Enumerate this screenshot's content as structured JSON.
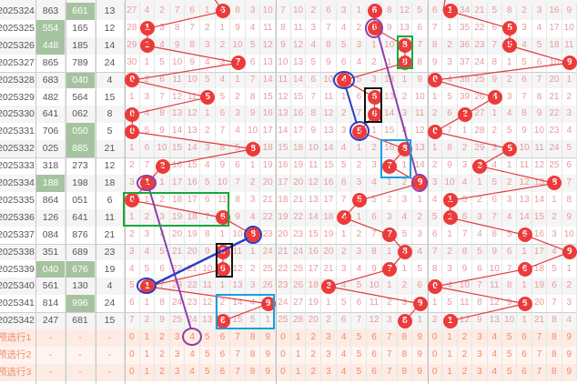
{
  "colors": {
    "ball": "#ee3a3a",
    "line": "#e23b3b",
    "green_cell": "#a6c3a0"
  },
  "rows": [
    {
      "period": "2025324",
      "a": "863",
      "b": "661",
      "sum": "13",
      "ga": false,
      "gb": true,
      "hits": [
        6,
        6,
        1
      ],
      "s1": [
        "27",
        "4",
        "2",
        "7",
        "6",
        "1",
        "6",
        "8",
        "3",
        "10"
      ],
      "s2": [
        "7",
        "10",
        "2",
        "6",
        "3",
        "1",
        "6",
        "8",
        "12",
        "5"
      ],
      "s3": [
        "6",
        "1",
        "34",
        "21",
        "5",
        "8",
        "2",
        "3",
        "16",
        "9"
      ]
    },
    {
      "period": "2025325",
      "a": "554",
      "b": "165",
      "sum": "12",
      "ga": true,
      "gb": false,
      "hits": [
        1,
        6,
        5
      ],
      "s1": [
        "28",
        "1",
        "3",
        "8",
        "7",
        "2",
        "1",
        "9",
        "4",
        "11"
      ],
      "s2": [
        "8",
        "11",
        "3",
        "7",
        "4",
        "2",
        "6",
        "9",
        "13",
        "6"
      ],
      "s3": [
        "7",
        "1",
        "35",
        "22",
        "6",
        "5",
        "3",
        "4",
        "17",
        "10"
      ]
    },
    {
      "period": "2025326",
      "a": "448",
      "b": "185",
      "sum": "14",
      "ga": true,
      "gb": false,
      "hits": [
        1,
        8,
        5
      ],
      "s1": [
        "29",
        "1",
        "4",
        "9",
        "8",
        "3",
        "2",
        "10",
        "5",
        "12"
      ],
      "s2": [
        "9",
        "12",
        "4",
        "8",
        "5",
        "3",
        "1",
        "10",
        "8",
        "7"
      ],
      "s3": [
        "8",
        "2",
        "36",
        "23",
        "7",
        "5",
        "4",
        "5",
        "18",
        "11"
      ]
    },
    {
      "period": "2025327",
      "a": "865",
      "b": "789",
      "sum": "24",
      "ga": false,
      "gb": false,
      "hits": [
        7,
        8,
        9
      ],
      "s1": [
        "30",
        "1",
        "5",
        "10",
        "9",
        "4",
        "3",
        "7",
        "6",
        "13"
      ],
      "s2": [
        "10",
        "13",
        "5",
        "9",
        "6",
        "4",
        "2",
        "1",
        "8",
        "8"
      ],
      "s3": [
        "9",
        "3",
        "37",
        "24",
        "8",
        "1",
        "5",
        "6",
        "10",
        "9"
      ]
    },
    {
      "period": "2025328",
      "a": "683",
      "b": "040",
      "sum": "4",
      "ga": false,
      "gb": true,
      "hits": [
        0,
        4,
        0
      ],
      "s1": [
        "0",
        "2",
        "6",
        "11",
        "10",
        "5",
        "4",
        "1",
        "7",
        "14"
      ],
      "s2": [
        "11",
        "14",
        "6",
        "10",
        "4",
        "5",
        "3",
        "13",
        "1",
        "9"
      ],
      "s3": [
        "0",
        "4",
        "38",
        "25",
        "9",
        "2",
        "6",
        "7",
        "20",
        "1"
      ]
    },
    {
      "period": "2025329",
      "a": "482",
      "b": "564",
      "sum": "15",
      "ga": false,
      "gb": false,
      "hits": [
        5,
        6,
        4
      ],
      "s1": [
        "1",
        "3",
        "7",
        "12",
        "11",
        "5",
        "5",
        "2",
        "8",
        "15"
      ],
      "s2": [
        "12",
        "15",
        "7",
        "11",
        "1",
        "6",
        "6",
        "13",
        "2",
        "10"
      ],
      "s3": [
        "1",
        "5",
        "39",
        "26",
        "4",
        "3",
        "7",
        "8",
        "21",
        "2"
      ]
    },
    {
      "period": "2025330",
      "a": "641",
      "b": "062",
      "sum": "8",
      "ga": false,
      "gb": false,
      "hits": [
        0,
        6,
        2
      ],
      "s1": [
        "0",
        "4",
        "8",
        "13",
        "12",
        "1",
        "6",
        "3",
        "9",
        "16"
      ],
      "s2": [
        "13",
        "16",
        "8",
        "12",
        "2",
        "7",
        "6",
        "14",
        "3",
        "11"
      ],
      "s3": [
        "2",
        "6",
        "2",
        "27",
        "1",
        "4",
        "8",
        "9",
        "22",
        "3"
      ]
    },
    {
      "period": "2025331",
      "a": "706",
      "b": "050",
      "sum": "5",
      "ga": false,
      "gb": true,
      "hits": [
        0,
        5,
        0
      ],
      "s1": [
        "0",
        "5",
        "9",
        "14",
        "13",
        "2",
        "7",
        "4",
        "10",
        "17"
      ],
      "s2": [
        "14",
        "17",
        "9",
        "13",
        "3",
        "5",
        "1",
        "15",
        "4",
        "12"
      ],
      "s3": [
        "0",
        "7",
        "1",
        "28",
        "2",
        "5",
        "9",
        "10",
        "23",
        "4"
      ]
    },
    {
      "period": "2025332",
      "a": "025",
      "b": "885",
      "sum": "21",
      "ga": false,
      "gb": true,
      "hits": [
        8,
        8,
        5
      ],
      "s1": [
        "1",
        "6",
        "10",
        "15",
        "14",
        "3",
        "8",
        "5",
        "8",
        "18"
      ],
      "s2": [
        "15",
        "18",
        "10",
        "14",
        "4",
        "1",
        "2",
        "16",
        "8",
        "13"
      ],
      "s3": [
        "1",
        "8",
        "2",
        "29",
        "3",
        "5",
        "10",
        "11",
        "24",
        "5"
      ]
    },
    {
      "period": "2025333",
      "a": "318",
      "b": "273",
      "sum": "12",
      "ga": false,
      "gb": false,
      "hits": [
        2,
        7,
        3
      ],
      "s1": [
        "2",
        "7",
        "2",
        "16",
        "15",
        "4",
        "9",
        "6",
        "1",
        "19"
      ],
      "s2": [
        "16",
        "19",
        "11",
        "15",
        "5",
        "2",
        "3",
        "7",
        "1",
        "14"
      ],
      "s3": [
        "2",
        "9",
        "3",
        "3",
        "4",
        "1",
        "11",
        "12",
        "25",
        "6"
      ]
    },
    {
      "period": "2025334",
      "a": "188",
      "b": "198",
      "sum": "18",
      "ga": true,
      "gb": false,
      "hits": [
        1,
        9,
        8
      ],
      "s1": [
        "3",
        "1",
        "1",
        "17",
        "16",
        "5",
        "10",
        "7",
        "2",
        "20"
      ],
      "s2": [
        "17",
        "20",
        "12",
        "16",
        "6",
        "3",
        "4",
        "1",
        "2",
        "9"
      ],
      "s3": [
        "3",
        "10",
        "4",
        "1",
        "5",
        "2",
        "12",
        "13",
        "8",
        "7"
      ]
    },
    {
      "period": "2025335",
      "a": "864",
      "b": "051",
      "sum": "6",
      "ga": false,
      "gb": false,
      "hits": [
        0,
        5,
        1
      ],
      "s1": [
        "0",
        "1",
        "2",
        "18",
        "17",
        "6",
        "11",
        "8",
        "3",
        "21"
      ],
      "s2": [
        "18",
        "21",
        "13",
        "17",
        "7",
        "5",
        "5",
        "2",
        "3",
        "1"
      ],
      "s3": [
        "4",
        "1",
        "5",
        "2",
        "6",
        "3",
        "13",
        "14",
        "1",
        "8"
      ]
    },
    {
      "period": "2025336",
      "a": "126",
      "b": "641",
      "sum": "11",
      "ga": false,
      "gb": false,
      "hits": [
        6,
        4,
        1
      ],
      "s1": [
        "1",
        "2",
        "3",
        "19",
        "18",
        "7",
        "6",
        "9",
        "4",
        "22"
      ],
      "s2": [
        "19",
        "22",
        "14",
        "18",
        "4",
        "1",
        "6",
        "3",
        "4",
        "2"
      ],
      "s3": [
        "5",
        "1",
        "6",
        "3",
        "7",
        "4",
        "14",
        "15",
        "2",
        "9"
      ]
    },
    {
      "period": "2025337",
      "a": "084",
      "b": "876",
      "sum": "21",
      "ga": false,
      "gb": false,
      "hits": [
        8,
        7,
        6
      ],
      "s1": [
        "2",
        "3",
        "4",
        "20",
        "19",
        "8",
        "1",
        "10",
        "8",
        "23"
      ],
      "s2": [
        "20",
        "23",
        "15",
        "19",
        "1",
        "2",
        "7",
        "7",
        "5",
        "3"
      ],
      "s3": [
        "6",
        "1",
        "7",
        "4",
        "8",
        "5",
        "6",
        "16",
        "3",
        "10"
      ]
    },
    {
      "period": "2025338",
      "a": "351",
      "b": "689",
      "sum": "23",
      "ga": false,
      "gb": false,
      "hits": [
        6,
        8,
        9
      ],
      "s1": [
        "3",
        "4",
        "5",
        "21",
        "20",
        "9",
        "6",
        "11",
        "1",
        "24"
      ],
      "s2": [
        "21",
        "24",
        "16",
        "20",
        "2",
        "3",
        "8",
        "1",
        "8",
        "4"
      ],
      "s3": [
        "7",
        "2",
        "8",
        "5",
        "9",
        "6",
        "1",
        "17",
        "4",
        "9"
      ]
    },
    {
      "period": "2025339",
      "a": "040",
      "b": "676",
      "sum": "19",
      "ga": true,
      "gb": true,
      "hits": [
        6,
        7,
        6
      ],
      "s1": [
        "4",
        "5",
        "6",
        "22",
        "21",
        "10",
        "6",
        "12",
        "2",
        "25"
      ],
      "s2": [
        "22",
        "25",
        "17",
        "21",
        "3",
        "4",
        "9",
        "7",
        "1",
        "5"
      ],
      "s3": [
        "8",
        "3",
        "9",
        "6",
        "10",
        "7",
        "6",
        "18",
        "5",
        "1"
      ]
    },
    {
      "period": "2025340",
      "a": "561",
      "b": "130",
      "sum": "4",
      "ga": false,
      "gb": false,
      "hits": [
        1,
        3,
        0
      ],
      "s1": [
        "5",
        "1",
        "7",
        "23",
        "22",
        "11",
        "1",
        "13",
        "3",
        "26"
      ],
      "s2": [
        "23",
        "26",
        "18",
        "3",
        "4",
        "5",
        "10",
        "1",
        "2",
        "6"
      ],
      "s3": [
        "0",
        "4",
        "10",
        "7",
        "11",
        "8",
        "1",
        "19",
        "6",
        "2"
      ]
    },
    {
      "period": "2025341",
      "a": "814",
      "b": "996",
      "sum": "24",
      "ga": false,
      "gb": true,
      "hits": [
        9,
        9,
        6
      ],
      "s1": [
        "6",
        "1",
        "8",
        "24",
        "23",
        "12",
        "2",
        "14",
        "4",
        "9"
      ],
      "s2": [
        "24",
        "27",
        "19",
        "1",
        "5",
        "6",
        "11",
        "2",
        "3",
        "9"
      ],
      "s3": [
        "1",
        "5",
        "11",
        "8",
        "12",
        "9",
        "6",
        "20",
        "7",
        "3"
      ]
    },
    {
      "period": "2025342",
      "a": "247",
      "b": "681",
      "sum": "15",
      "ga": false,
      "gb": false,
      "hits": [
        6,
        8,
        1
      ],
      "s1": [
        "7",
        "2",
        "9",
        "25",
        "24",
        "13",
        "6",
        "15",
        "5",
        "1"
      ],
      "s2": [
        "25",
        "28",
        "20",
        "2",
        "6",
        "7",
        "12",
        "3",
        "8",
        "1"
      ],
      "s3": [
        "2",
        "1",
        "12",
        "9",
        "13",
        "10",
        "1",
        "21",
        "8",
        "4"
      ]
    }
  ],
  "pred_rows": [
    {
      "label": "预选行1",
      "dash": "-",
      "digits": [
        "0",
        "1",
        "2",
        "3",
        "4",
        "5",
        "6",
        "7",
        "8",
        "9"
      ]
    },
    {
      "label": "预选行2",
      "dash": "-",
      "digits": [
        "0",
        "1",
        "2",
        "3",
        "4",
        "5",
        "6",
        "7",
        "8",
        "9"
      ]
    },
    {
      "label": "预选行3",
      "dash": "-",
      "digits": [
        "0",
        "1",
        "2",
        "3",
        "4",
        "5",
        "6",
        "7",
        "8",
        "9"
      ]
    }
  ]
}
